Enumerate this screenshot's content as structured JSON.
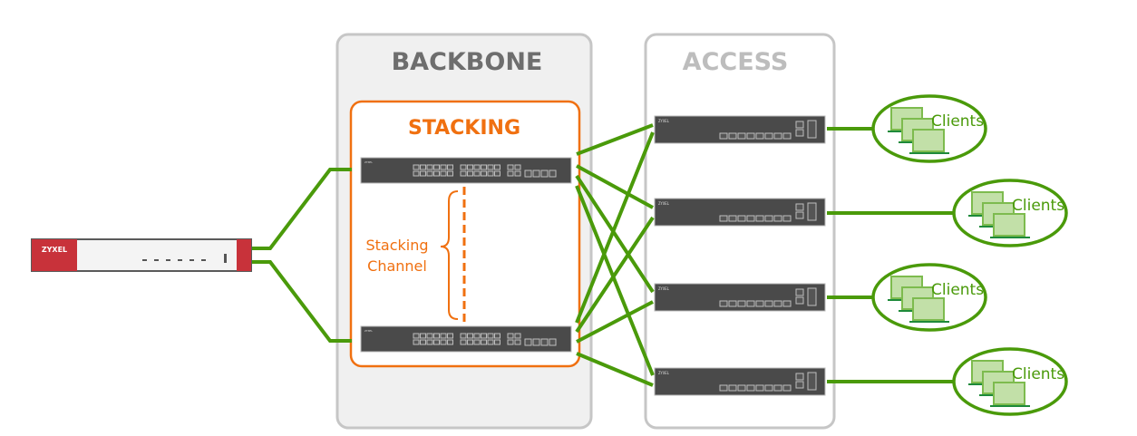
{
  "zones": {
    "backbone": {
      "title": "BACKBONE"
    },
    "access": {
      "title": "ACCESS"
    },
    "stacking": {
      "title": "STACKING",
      "channel_label_line1": "Stacking",
      "channel_label_line2": "Channel"
    }
  },
  "firewall": {
    "brand": "ZYXEL"
  },
  "backbone_switches": [
    {
      "brand": "ZYXEL"
    },
    {
      "brand": "ZYXEL"
    }
  ],
  "access_switches": [
    {
      "brand": "ZYXEL"
    },
    {
      "brand": "ZYXEL"
    },
    {
      "brand": "ZYXEL"
    },
    {
      "brand": "ZYXEL"
    }
  ],
  "client_groups": [
    {
      "label": "Clients"
    },
    {
      "label": "Clients"
    },
    {
      "label": "Clients"
    },
    {
      "label": "Clients"
    }
  ],
  "colors": {
    "link": "#4a9a0a",
    "stacking": "#f07010",
    "zone_border": "#c8c8c8",
    "backbone_fill": "#f0f0f0",
    "zone_title": "#6e6e6e",
    "access_title": "#bdbdbd",
    "switch_body": "#4a4a4a",
    "firewall_red": "#c8323a",
    "client_green": "#4a9a0a",
    "client_screen": "#c2e0a8"
  }
}
